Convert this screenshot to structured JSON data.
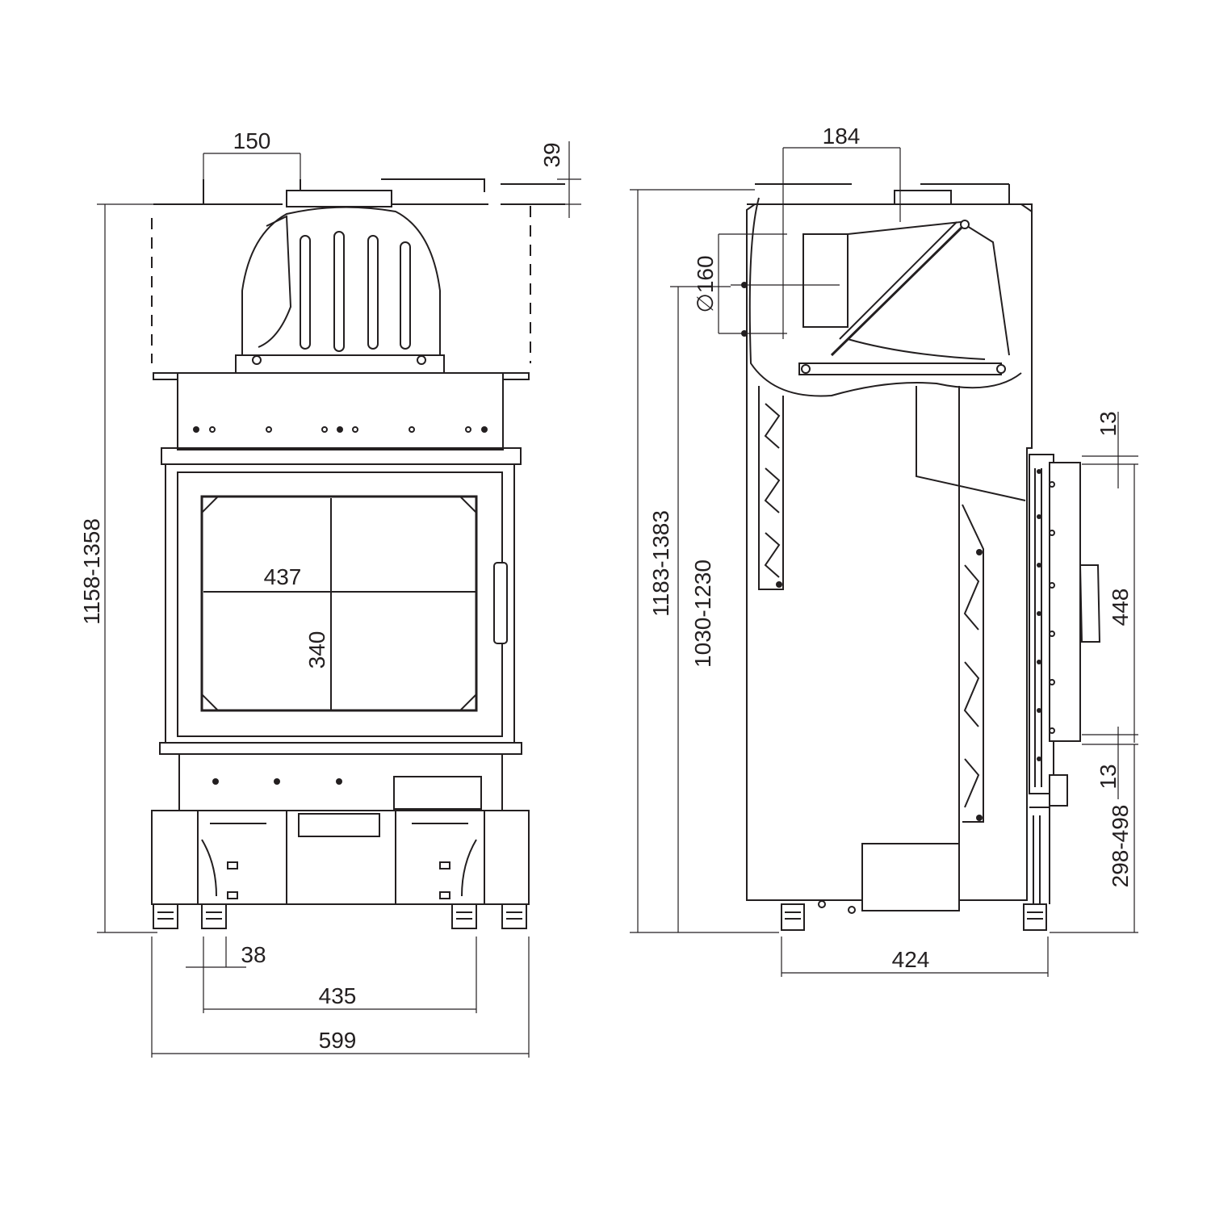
{
  "front_view": {
    "dims": {
      "top_outlet_width": "150",
      "top_offset": "39",
      "total_height": "1158-1358",
      "glass_width": "437",
      "glass_height": "340",
      "foot_width": "38",
      "foot_spacing": "435",
      "total_width": "599"
    }
  },
  "side_view": {
    "dims": {
      "outlet_offset": "184",
      "outlet_diameter": "∅160",
      "total_height": "1183-1383",
      "outlet_center_height": "1030-1230",
      "door_top_gap": "13",
      "door_height": "448",
      "door_bottom_gap": "13",
      "door_base_height": "298-498",
      "total_depth": "424"
    }
  }
}
